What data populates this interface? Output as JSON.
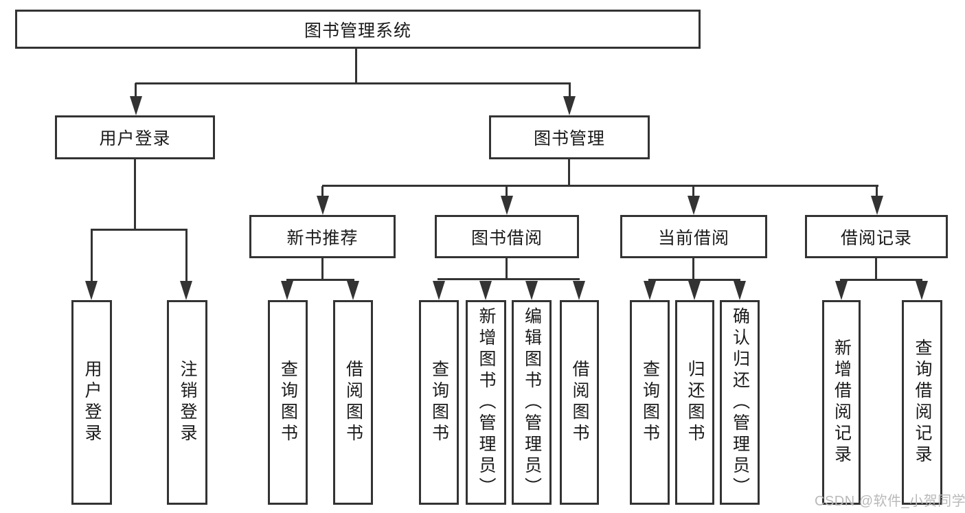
{
  "diagram": {
    "type": "tree",
    "colors": {
      "line": "#333333",
      "text": "#1a1a1a",
      "watermark": "#b9b9b9",
      "background": "#ffffff"
    },
    "tree": {
      "root": {
        "label": "图书管理系统"
      },
      "user_login": {
        "label": "用户登录",
        "children": [
          {
            "label": "用户登录"
          },
          {
            "label": "注销登录"
          }
        ]
      },
      "book_mgmt": {
        "label": "图书管理",
        "new_book_rec": {
          "label": "新书推荐",
          "children": [
            {
              "label": "查询图书"
            },
            {
              "label": "借阅图书"
            }
          ]
        },
        "book_borrow": {
          "label": "图书借阅",
          "children": [
            {
              "label": "查询图书"
            },
            {
              "label": "新增图书（管理员）"
            },
            {
              "label": "编辑图书（管理员）"
            },
            {
              "label": "借阅图书"
            }
          ]
        },
        "current_borrow": {
          "label": "当前借阅",
          "children": [
            {
              "label": "查询图书"
            },
            {
              "label": "归还图书"
            },
            {
              "label": "确认归还（管理员）"
            }
          ]
        },
        "borrow_records": {
          "label": "借阅记录",
          "children": [
            {
              "label": "新增借阅记录"
            },
            {
              "label": "查询借阅记录"
            }
          ]
        }
      }
    },
    "watermark": "CSDN @软件_小贺同学"
  }
}
